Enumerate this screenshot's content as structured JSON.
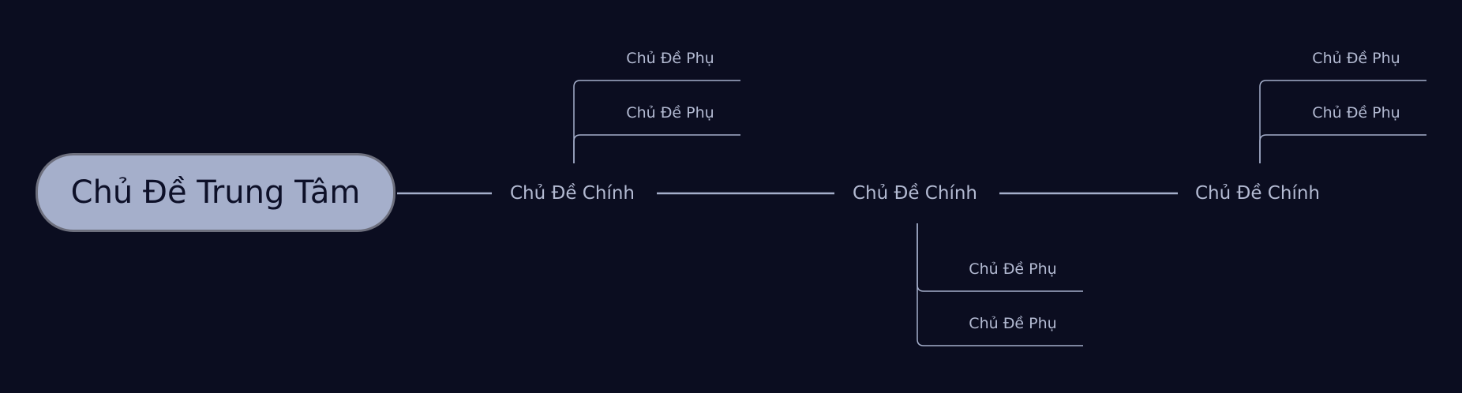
{
  "colors": {
    "background": "#0b0d20",
    "central_fill": "#a5afcb",
    "central_border": "#6d6f7d",
    "central_text": "#0d1028",
    "topic_text": "#b3bad2",
    "connector": "#a5afcb"
  },
  "central": {
    "label": "Chủ Đề Trung Tâm"
  },
  "main_topics": [
    {
      "label": "Chủ Đề Chính",
      "subtopics": [
        "Chủ Đề Phụ",
        "Chủ Đề Phụ"
      ]
    },
    {
      "label": "Chủ Đề Chính",
      "subtopics": [
        "Chủ Đề Phụ",
        "Chủ Đề Phụ"
      ]
    },
    {
      "label": "Chủ Đề Chính",
      "subtopics": [
        "Chủ Đề Phụ",
        "Chủ Đề Phụ"
      ]
    }
  ]
}
